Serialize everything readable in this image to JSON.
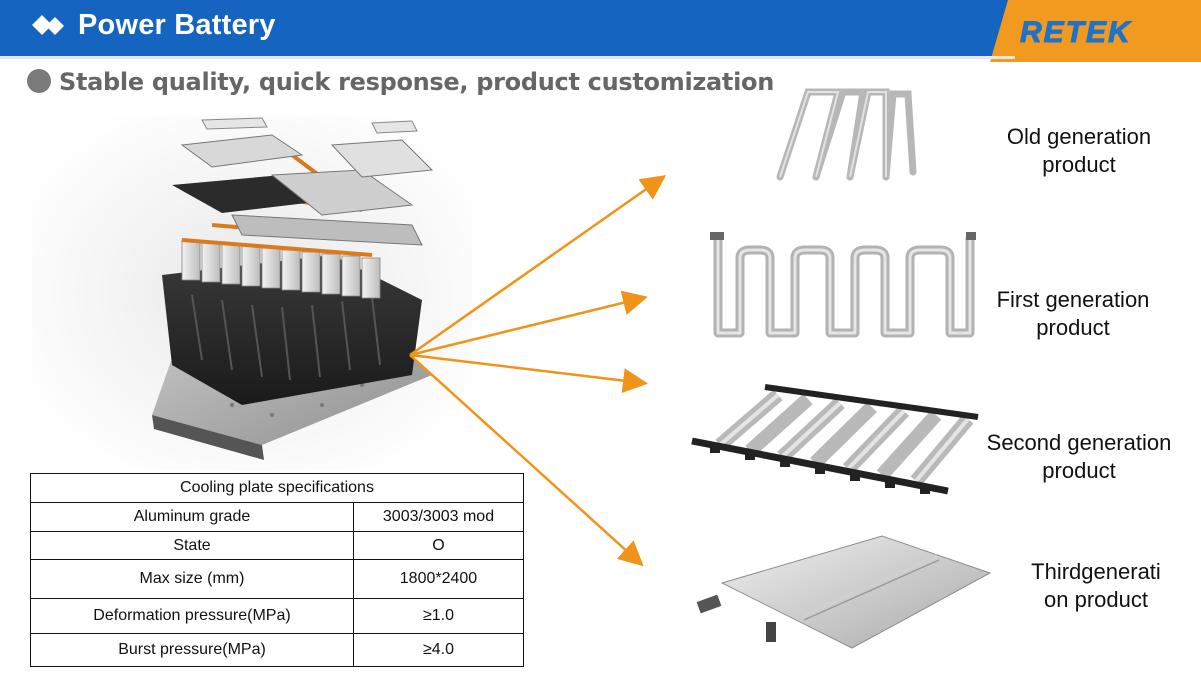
{
  "header": {
    "title": "Power Battery",
    "logo": "RETEK",
    "colors": {
      "bar": "#1565c0",
      "accent": "#f29a1f"
    },
    "icon": "diamond-icon"
  },
  "subtitle": "Stable quality, quick response, product customization",
  "battery_image": "exploded-battery-pack",
  "products": [
    {
      "label_line1": "Old generation",
      "label_line2": "product",
      "icon": "serpentine-tube-icon"
    },
    {
      "label_line1": "First generation",
      "label_line2": "product",
      "icon": "bent-tube-coil-icon"
    },
    {
      "label_line1": "Second generation",
      "label_line2": "product",
      "icon": "harmonica-tube-plate-icon"
    },
    {
      "label_line1": "Thirdgenerati",
      "label_line2": "on product",
      "icon": "stamped-cooling-plate-icon"
    }
  ],
  "spec_table": {
    "title": "Cooling plate specifications",
    "rows": [
      {
        "name": "Aluminum grade",
        "value": "3003/3003 mod"
      },
      {
        "name": "State",
        "value": "O"
      },
      {
        "name": "Max size (mm)",
        "value": "1800*2400"
      },
      {
        "name": "Deformation pressure(MPa)",
        "value": "≥1.0"
      },
      {
        "name": "Burst pressure(MPa)",
        "value": "≥4.0"
      }
    ]
  }
}
